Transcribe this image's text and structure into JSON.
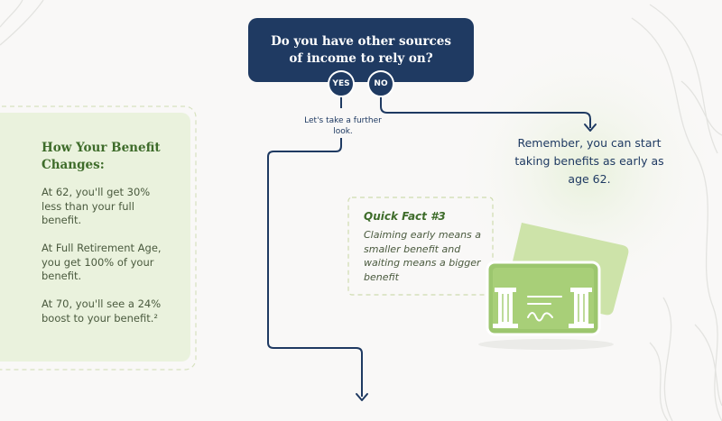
{
  "question": {
    "text": "Do you have other sources of income to rely on?"
  },
  "options": {
    "yes": "YES",
    "no": "NO"
  },
  "yes_branch": {
    "note": "Let's take a further look."
  },
  "no_branch": {
    "note": "Remember, you can start taking benefits as early as age 62."
  },
  "benefit_changes": {
    "title": "How Your Benefit Changes:",
    "items": [
      "At 62, you'll get 30% less than your full benefit.",
      "At Full Retirement Age, you get 100% of your benefit.",
      "At 70, you'll see a 24% boost to your benefit.²"
    ]
  },
  "quick_fact": {
    "title": "Quick Fact #3",
    "text": "Claiming early means a smaller benefit and waiting means a bigger benefit"
  },
  "colors": {
    "navy": "#1f3a62",
    "green_dark": "#3e6c2a",
    "green_light": "#eaf2dd",
    "check_green": "#9cc66e"
  },
  "icons": [
    "check-illustration"
  ]
}
